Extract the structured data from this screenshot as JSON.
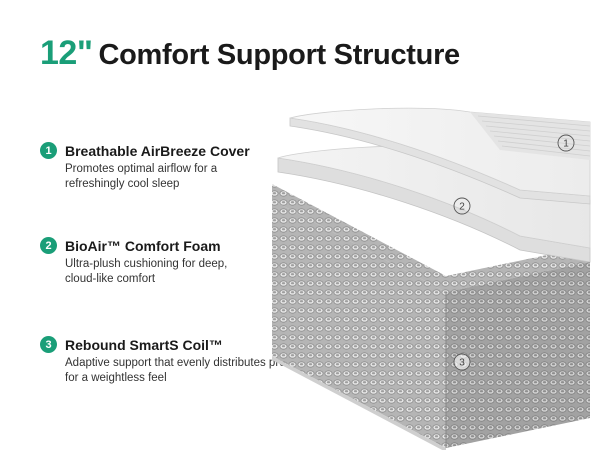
{
  "title": {
    "size": "12\"",
    "text": "Comfort Support Structure"
  },
  "colors": {
    "accent": "#1a9e78",
    "text": "#1a1a1a",
    "subtext": "#333333"
  },
  "layers": [
    {
      "number": "1",
      "name": "Breathable AirBreeze Cover",
      "description_line1": "Promotes optimal airflow for a",
      "description_line2": "refreshingly cool sleep"
    },
    {
      "number": "2",
      "name": "BioAir™ Comfort Foam",
      "description_line1": "Ultra-plush cushioning for deep,",
      "description_line2": "cloud-like comfort"
    },
    {
      "number": "3",
      "name": "Rebound SmartS Coil™",
      "description_line1": "Adaptive support that evenly distributes pressure",
      "description_line2": "for a weightless feel"
    }
  ],
  "markers": [
    "1",
    "2",
    "3"
  ],
  "icons": [
    "number-badge-1",
    "number-badge-2",
    "number-badge-3",
    "mattress-layers-illustration"
  ]
}
